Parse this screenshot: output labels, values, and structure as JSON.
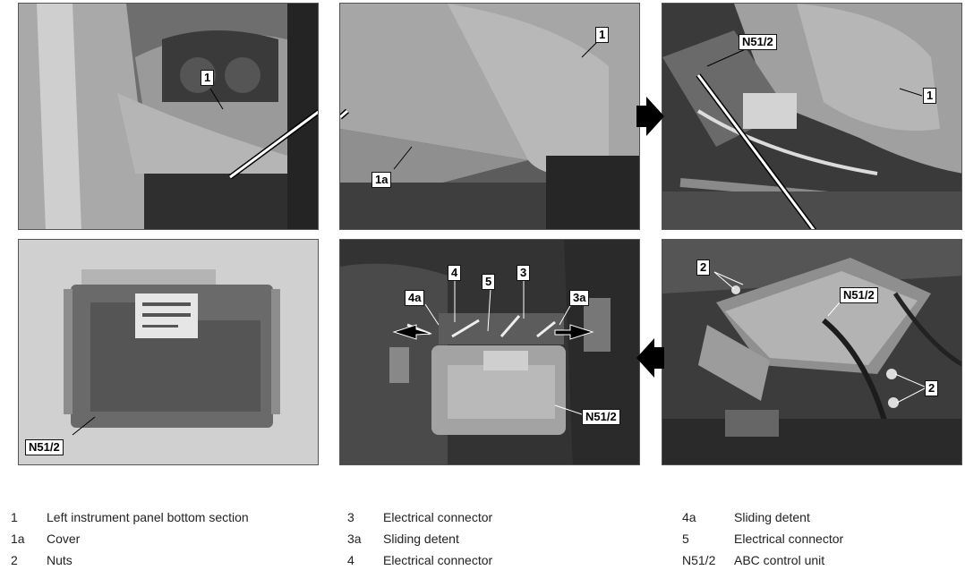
{
  "panels": {
    "p1": {
      "callouts": [
        "1"
      ]
    },
    "p2": {
      "callouts": [
        "1",
        "1a"
      ]
    },
    "p3": {
      "callouts": [
        "N51/2",
        "1"
      ]
    },
    "p4": {
      "callouts": [
        "N51/2"
      ]
    },
    "p5": {
      "callouts": [
        "4",
        "5",
        "3",
        "4a",
        "3a",
        "N51/2"
      ]
    },
    "p6": {
      "callouts": [
        "2",
        "N51/2",
        "2"
      ]
    }
  },
  "legend": [
    {
      "key": "1",
      "text": "Left instrument panel bottom section"
    },
    {
      "key": "1a",
      "text": "Cover"
    },
    {
      "key": "2",
      "text": "Nuts"
    },
    {
      "key": "3",
      "text": "Electrical connector"
    },
    {
      "key": "3a",
      "text": "Sliding detent"
    },
    {
      "key": "4",
      "text": "Electrical connector"
    },
    {
      "key": "4a",
      "text": "Sliding detent"
    },
    {
      "key": "5",
      "text": "Electrical connector"
    },
    {
      "key": "N51/2",
      "text": "ABC control unit"
    }
  ],
  "colors": {
    "photo_dark": "#2b2b2b",
    "photo_mid": "#7a7a7a",
    "photo_light": "#bdbdbd",
    "arrow": "#000000"
  }
}
